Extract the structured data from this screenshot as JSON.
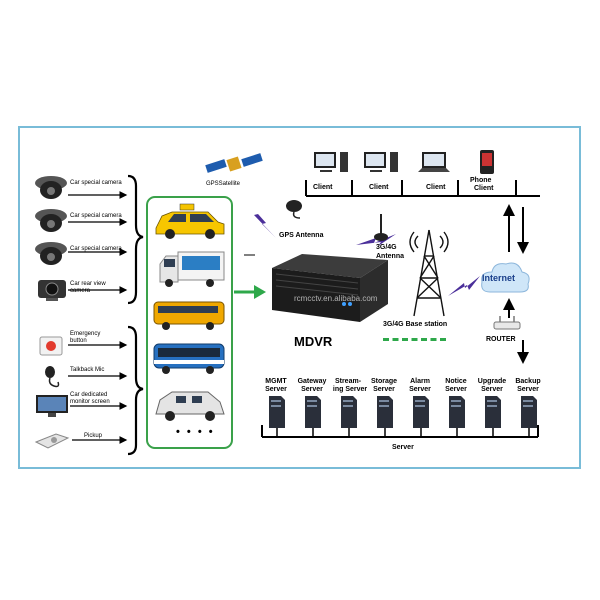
{
  "inputs": {
    "car_special_camera": "Car special camera",
    "car_rear_view_camera_line1": "Car rear view",
    "car_rear_view_camera_line2": "camera",
    "emergency_button_line1": "Emergency",
    "emergency_button_line2": "button",
    "talkback_mic": "Talkback Mic",
    "car_dedicated_monitor_line1": "Car dedicated",
    "car_dedicated_monitor_line2": "monitor screen",
    "pickup": "Pickup"
  },
  "vehicles": {
    "more": "• • • •"
  },
  "gps": {
    "satellite": "GPSSatellite",
    "antenna": "GPS Antenna"
  },
  "mobile": {
    "antenna_line1": "3G/4G",
    "antenna_line2": "Antenna",
    "base_station": "3G/4G Base station"
  },
  "device": {
    "label": "MDVR",
    "watermark": "rcmcctv.en.alibaba.com"
  },
  "network": {
    "internet": "Internet",
    "router": "ROUTER"
  },
  "clients": [
    {
      "label": "Client"
    },
    {
      "label": "Client"
    },
    {
      "label": "Client"
    },
    {
      "label_line1": "Phone",
      "label_line2": "Client"
    }
  ],
  "servers": {
    "caption": "Server",
    "items": [
      {
        "line1": "MGMT",
        "line2": "Server"
      },
      {
        "line1": "Gateway",
        "line2": "Server"
      },
      {
        "line1": "Stream-",
        "line2": "ing Server"
      },
      {
        "line1": "Storage",
        "line2": "Server"
      },
      {
        "line1": "Alarm",
        "line2": "Server"
      },
      {
        "line1": "Notice",
        "line2": "Server"
      },
      {
        "line1": "Upgrade",
        "line2": "Server"
      },
      {
        "line1": "Backup",
        "line2": "Server"
      }
    ]
  },
  "colors": {
    "frame": "#79bcd8",
    "panel": "#3aa14a",
    "arrow_green": "#2ea84a",
    "lightning": "#4b2f9a",
    "line": "#000000"
  }
}
